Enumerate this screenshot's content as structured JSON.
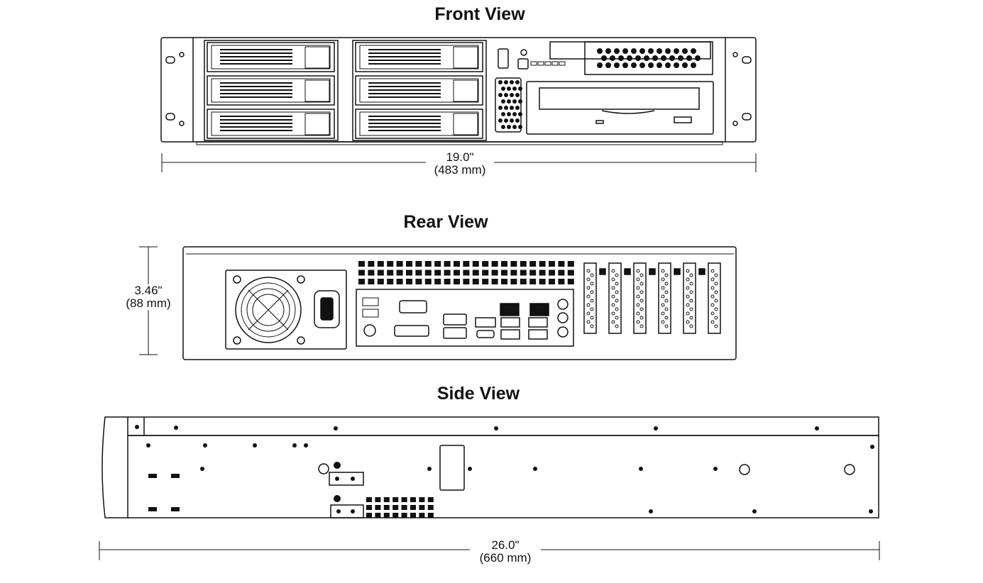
{
  "front_view": {
    "title": "Front View",
    "width_in": "19.0\"",
    "width_mm": "(483 mm)"
  },
  "rear_view": {
    "title": "Rear View",
    "height_in": "3.46\"",
    "height_mm": "(88 mm)"
  },
  "side_view": {
    "title": "Side View",
    "depth_in": "26.0\"",
    "depth_mm": "(660 mm)"
  },
  "colors": {
    "line": "#111111",
    "background": "#ffffff"
  }
}
